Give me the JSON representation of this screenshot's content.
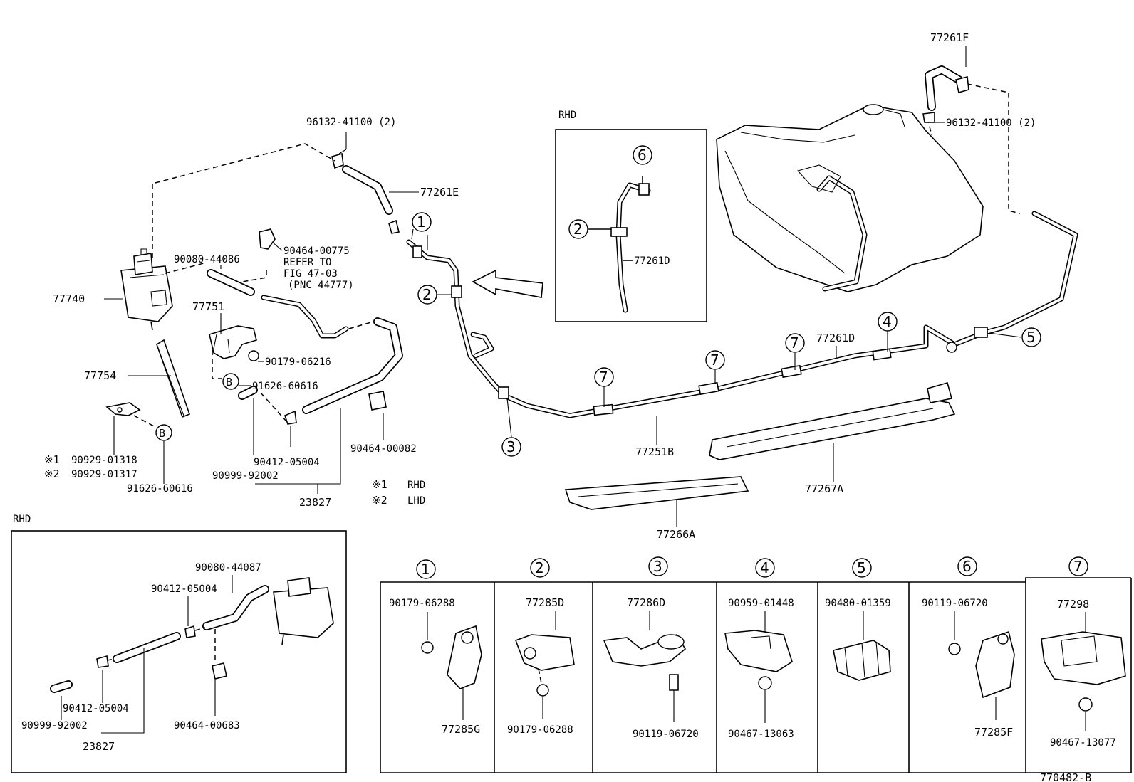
{
  "diagram_id": "770482-B",
  "notes": {
    "star1": "※1",
    "star2": "※2",
    "rhd": "RHD",
    "lhd": "LHD"
  },
  "callouts": {
    "p96132_a": "96132-41100 (2)",
    "p96132_b": "96132-41100 (2)",
    "p77261F": "77261F",
    "p77261E": "77261E",
    "p90080_44086": "90080-44086",
    "p90464_00775": "90464-00775",
    "refer1": "REFER TO",
    "refer2": "FIG 47-03",
    "refer3": "(PNC 44777)",
    "p77740": "77740",
    "p77751": "77751",
    "p90179_06216": "90179-06216",
    "p91626_a": "91626-60616",
    "p77754": "77754",
    "p90929_01318": "90929-01318",
    "p90929_01317": "90929-01317",
    "p91626_b": "91626-60616",
    "p90412_05004": "90412-05004",
    "p90999_92002": "90999-92002",
    "p23827": "23827",
    "p90464_00082": "90464-00082",
    "p77261D_inset": "77261D",
    "p77261D_main": "77261D",
    "p77251B": "77251B",
    "p77267A": "77267A",
    "p77266A": "77266A",
    "letterB": "B"
  },
  "rhd_inset": {
    "label": "RHD",
    "parts": {
      "p90080_44087": "90080-44087",
      "p90412_top": "90412-05004",
      "p90412_bot": "90412-05004",
      "p90999": "90999-92002",
      "p90464_00683": "90464-00683",
      "p23827": "23827"
    }
  },
  "rhd_top_inset": {
    "label": "RHD"
  },
  "markers": [
    "1",
    "2",
    "3",
    "4",
    "5",
    "6",
    "7"
  ],
  "detail_table": [
    {
      "id": "1",
      "parts": [
        "90179-06288",
        "77285G"
      ]
    },
    {
      "id": "2",
      "parts": [
        "77285D",
        "90179-06288"
      ]
    },
    {
      "id": "3",
      "parts": [
        "77286D",
        "90119-06720"
      ]
    },
    {
      "id": "4",
      "parts": [
        "90959-01448",
        "90467-13063"
      ]
    },
    {
      "id": "5",
      "parts": [
        "90480-01359"
      ]
    },
    {
      "id": "6",
      "parts": [
        "90119-06720",
        "77285F"
      ]
    },
    {
      "id": "7",
      "parts": [
        "77298",
        "90467-13077"
      ]
    }
  ]
}
